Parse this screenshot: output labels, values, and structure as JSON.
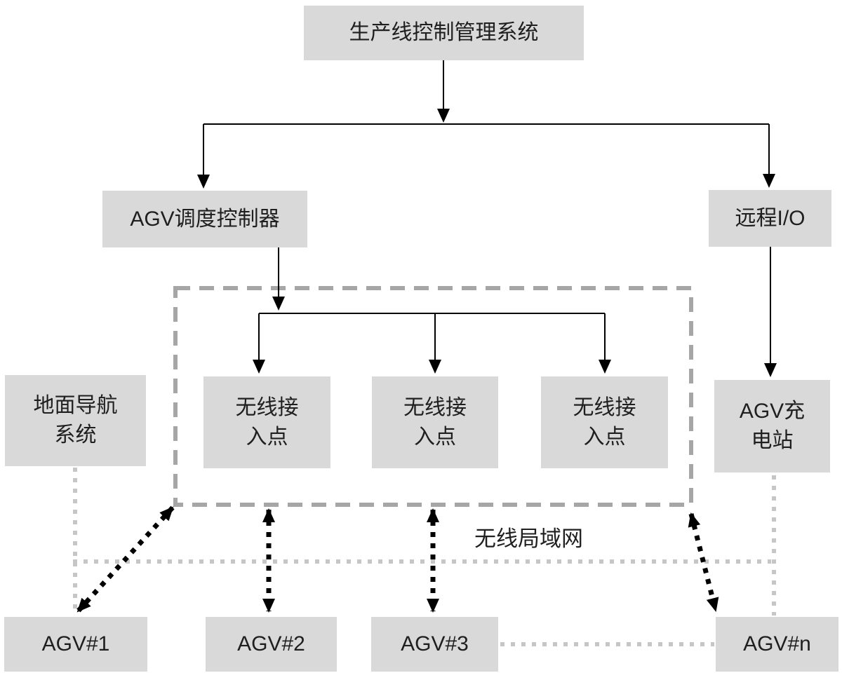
{
  "diagram": {
    "title_node": {
      "label": "生产线控制管理系统"
    },
    "nodes": {
      "production": {
        "label": "生产线控制管理系统"
      },
      "controller": {
        "label": "AGV调度控制器"
      },
      "remote_io": {
        "label": "远程I/O"
      },
      "wap1": {
        "label": "无线接\n入点"
      },
      "wap2": {
        "label": "无线接\n入点"
      },
      "wap3": {
        "label": "无线接\n入点"
      },
      "ground_nav": {
        "label": "地面导航\n系统"
      },
      "charging": {
        "label": "AGV充\n电站"
      },
      "agv1": {
        "label": "AGV#1"
      },
      "agv2": {
        "label": "AGV#2"
      },
      "agv3": {
        "label": "AGV#3"
      },
      "agvn": {
        "label": "AGV#n"
      }
    },
    "annotations": {
      "wlan": {
        "label": "无线局域网"
      }
    },
    "colors": {
      "box_fill": "#d9d9d9",
      "border_dash": "#a6a6a6",
      "dot_gray": "#c6c6c6",
      "line_black": "#000000",
      "text_color": "#1f1f1f"
    }
  }
}
